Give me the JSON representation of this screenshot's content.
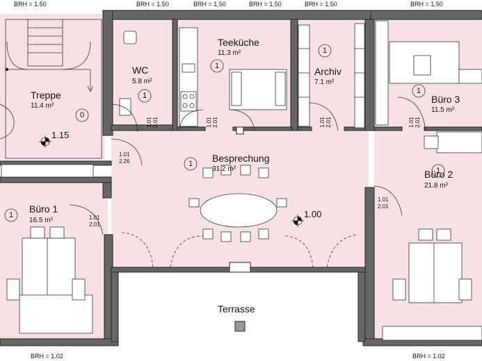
{
  "colors": {
    "floor": "#f7e1e3",
    "wall": "#666666",
    "terrace": "#ffffff"
  },
  "rooms": {
    "treppe": {
      "name": "Treppe",
      "area": "11.4 m²",
      "marker": "0"
    },
    "wc": {
      "name": "WC",
      "area": "5.8 m²",
      "marker": "1"
    },
    "teekueche": {
      "name": "Teeküche",
      "area": "11.3 m²",
      "marker": "1"
    },
    "archiv": {
      "name": "Archiv",
      "area": "7.1 m²",
      "marker": "1"
    },
    "buero3": {
      "name": "Büro 3",
      "area": "11.5 m²",
      "marker": "1"
    },
    "besprechung": {
      "name": "Besprechung",
      "area": "31.2 m²",
      "marker": "1"
    },
    "buero1": {
      "name": "Büro 1",
      "area": "16.5 m²",
      "marker": "1"
    },
    "buero2": {
      "name": "Büro 2",
      "area": "21.8 m²",
      "marker": "1"
    },
    "terrasse": {
      "name": "Terrasse"
    }
  },
  "levels": {
    "upper": "1.15",
    "main": "1.00"
  },
  "brh": {
    "top": [
      "BRH = 1.50",
      "BRH = 1.50",
      "BRH = 1.50",
      "BRH = 1.50",
      "BRH = 1.50",
      "BRH = 1.50"
    ],
    "bottom": [
      "BRH = 1.02",
      "BRH = 1.02"
    ]
  },
  "doors": {
    "wc": [
      "1.01",
      "2.01"
    ],
    "teekueche": [
      "1.01",
      "2.01"
    ],
    "archiv": [
      "1.01",
      "2.01"
    ],
    "buero3": [
      "1.01",
      "2.01"
    ],
    "treppe": [
      "1.01",
      "2.26"
    ],
    "buero1": [
      "1.01",
      "2.01"
    ],
    "buero2": [
      "1.01",
      "2.01"
    ]
  }
}
